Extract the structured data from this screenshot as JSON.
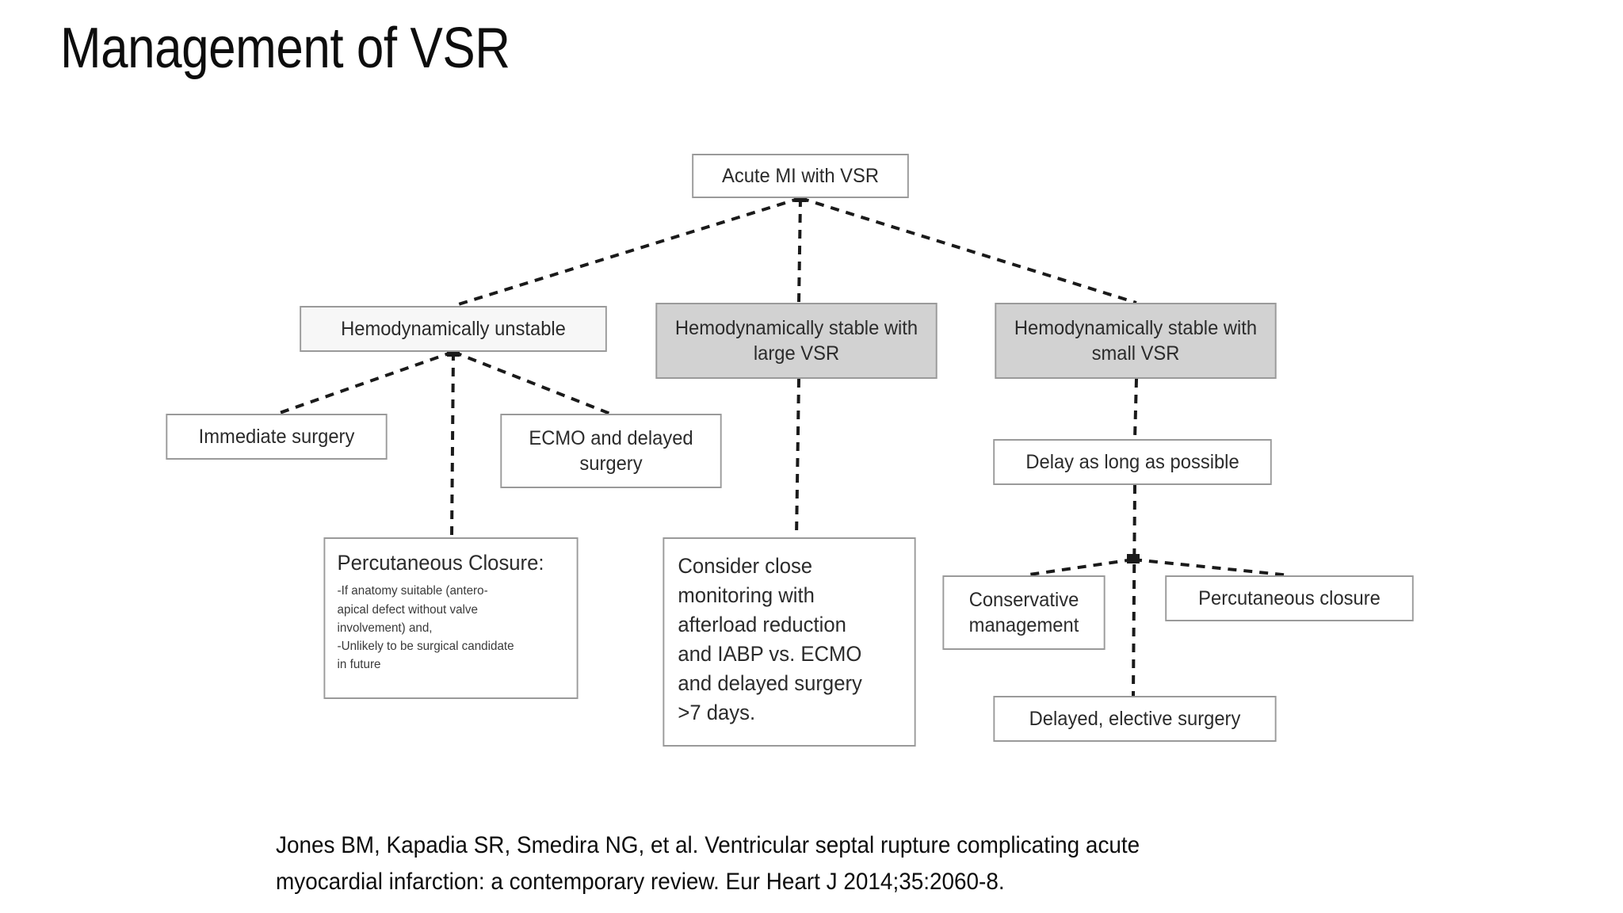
{
  "slide": {
    "title": "Management of VSR"
  },
  "flowchart": {
    "nodes": {
      "root": "Acute MI with VSR",
      "unstable": "Hemodynamically unstable",
      "stable_large": "Hemodynamically stable with large VSR",
      "stable_small": "Hemodynamically stable with small VSR",
      "immediate_surgery": "Immediate surgery",
      "ecmo_delayed": "ECMO and delayed surgery",
      "percutaneous_closure_heading": "Percutaneous Closure:",
      "percutaneous_closure_detail": [
        "-If anatomy suitable (antero-",
        "apical defect without valve",
        "involvement) and,",
        "-Unlikely to be surgical candidate",
        "in future"
      ],
      "consider_monitoring": [
        "Consider close",
        "monitoring with",
        "afterload reduction",
        "and IABP vs. ECMO",
        "and delayed surgery",
        ">7 days."
      ],
      "delay_as_long": "Delay as long as possible",
      "conservative_management": "Conservative management",
      "percutaneous_closure": "Percutaneous closure",
      "delayed_elective_surgery": "Delayed, elective surgery"
    },
    "colors": {
      "shaded_fill": "#d2d2d2",
      "plain_fill": "#ffffff",
      "border": "#9a9a9a",
      "connector": "#1a1a1a"
    },
    "connector_style": "dashed"
  },
  "citation": {
    "line1": "Jones BM, Kapadia SR, Smedira NG, et al. Ventricular septal rupture complicating acute",
    "line2": "myocardial infarction: a contemporary review. Eur Heart J 2014;35:2060-8."
  }
}
